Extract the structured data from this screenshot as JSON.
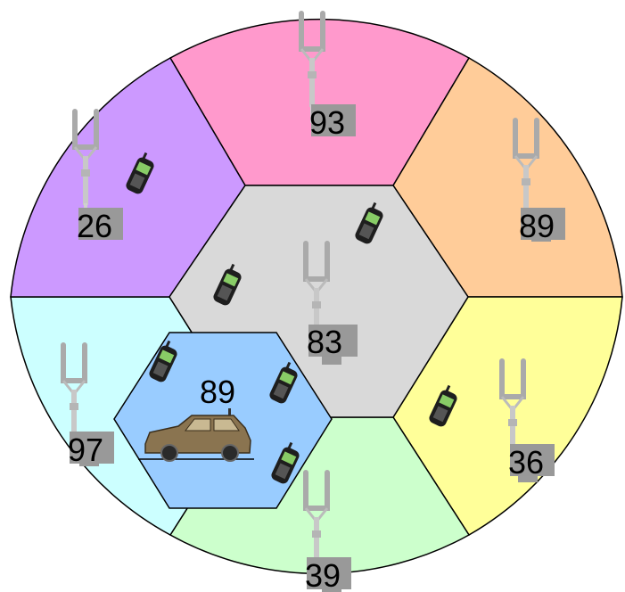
{
  "cells": {
    "center": {
      "label": "83",
      "color": "#d9d9d9"
    },
    "top": {
      "label": "93",
      "color": "#ff99cc"
    },
    "top_right": {
      "label": "89",
      "color": "#ffcc99"
    },
    "bottom_right": {
      "label": "36",
      "color": "#ffff99"
    },
    "bottom": {
      "label": "39",
      "color": "#ccffcc"
    },
    "bottom_left": {
      "label": "97",
      "color": "#ccffff"
    },
    "top_left": {
      "label": "26",
      "color": "#cc99ff"
    }
  },
  "inner_cell": {
    "label": "89",
    "color": "#99ccff"
  },
  "icons": {
    "tower": "cell-tower-icon",
    "phone": "mobile-phone-icon",
    "car": "car-icon"
  },
  "label_box_color": "#999999",
  "line_color": "#000000"
}
